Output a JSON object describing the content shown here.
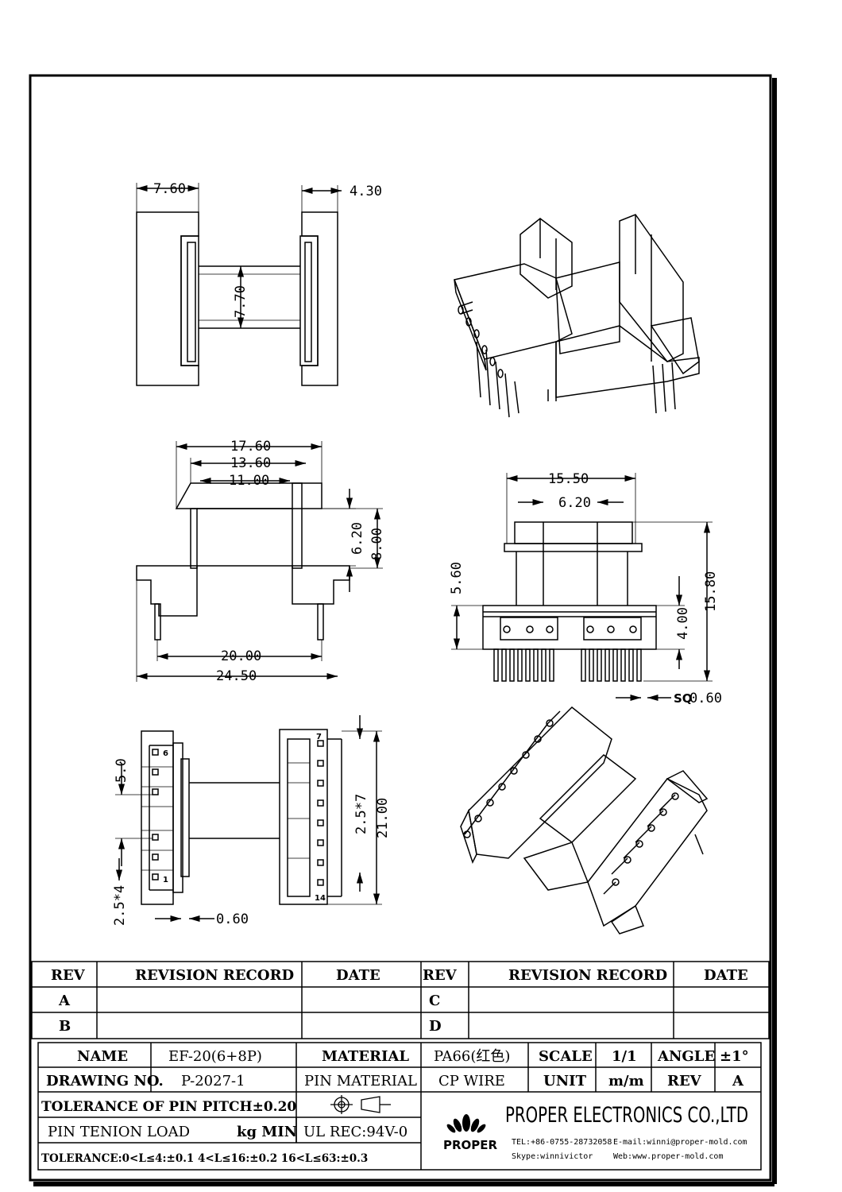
{
  "views": {
    "top": {
      "dim_width_left": "7.60",
      "dim_width_right": "4.30",
      "dim_core": "7.70"
    },
    "front": {
      "dim_17_60": "17.60",
      "dim_13_60": "13.60",
      "dim_11_00": "11.00",
      "dim_6_20": "6.20",
      "dim_8_00": "8.00",
      "dim_20_00": "20.00",
      "dim_24_50": "24.50"
    },
    "side": {
      "dim_15_50": "15.50",
      "dim_6_20": "6.20",
      "dim_5_60": "5.60",
      "dim_4_00": "4.00",
      "dim_15_80": "15.80",
      "sq_label": "SQ",
      "sq_value": "0.60"
    },
    "bottom": {
      "dim_5_0": "5.0",
      "dim_2_5x4": "2.5*4",
      "dim_0_60": "0.60",
      "dim_2_5x7": "2.5*7",
      "dim_21_00": "21.00",
      "pin_6": "6",
      "pin_1": "1",
      "pin_7": "7",
      "pin_14": "14"
    }
  },
  "revision_table": {
    "col_rev": "REV",
    "col_record": "REVISION RECORD",
    "col_date": "DATE",
    "rows_left": [
      "A",
      "B"
    ],
    "rows_right": [
      "C",
      "D"
    ]
  },
  "title_block": {
    "name_label": "NAME",
    "name_value": "EF-20(6+8P)",
    "material_label": "MATERIAL",
    "material_value": "PA66(红色)",
    "scale_label": "SCALE",
    "scale_value": "1/1",
    "angle_label": "ANGLE",
    "angle_value": "±1°",
    "drawing_no_label": "DRAWING NO.",
    "drawing_no_value": "P-2027-1",
    "pin_material_label": "PIN MATERIAL",
    "pin_material_value": "CP WIRE",
    "unit_label": "UNIT",
    "unit_value": "m/m",
    "rev_label": "REV",
    "rev_value": "A",
    "tolerance_pitch": "TOLERANCE OF PIN PITCH±0.20",
    "pin_tension_label": "PIN TENION LOAD",
    "pin_tension_unit": "kg MIN",
    "ul_rec": "UL REC:94V-0",
    "tolerance_general": "TOLERANCE:0<L≤4:±0.1  4<L≤16:±0.2  16<L≤63:±0.3"
  },
  "company": {
    "name": "PROPER ELECTRONICS CO.,LTD",
    "logo_text": "PROPER",
    "tel": "TEL:+86-0755-28732058",
    "email": "E-mail:winni@proper-mold.com",
    "skype": "Skype:winnivictor",
    "web": "Web:www.proper-mold.com"
  }
}
